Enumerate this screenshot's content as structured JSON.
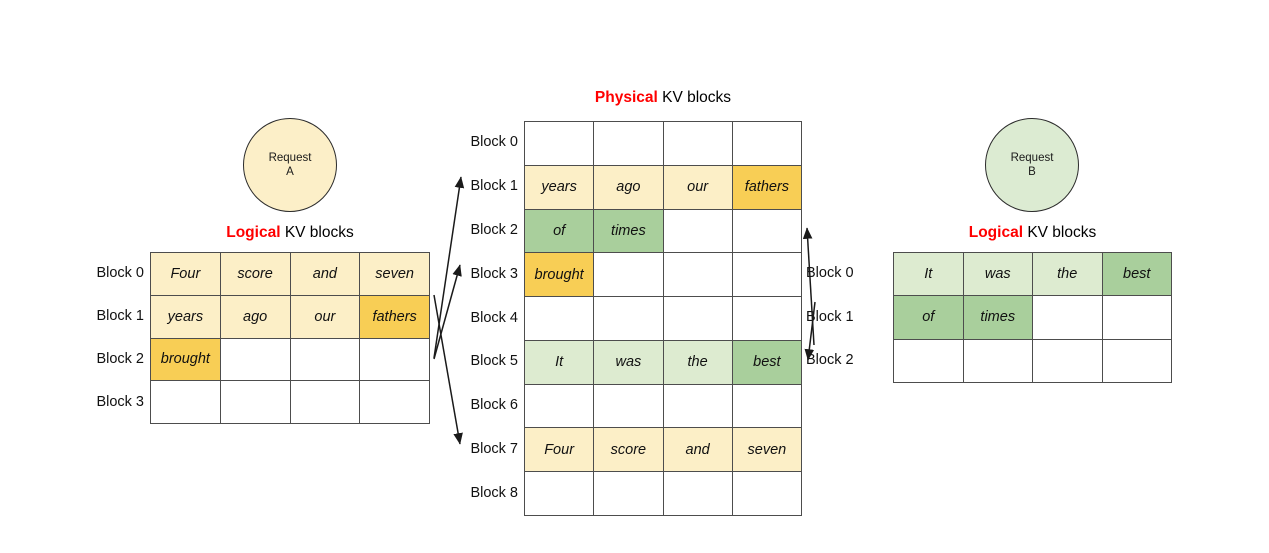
{
  "diagram": {
    "title_prefix_logical": "Logical",
    "title_prefix_physical": "Physical",
    "title_suffix": " KV blocks",
    "accent_color": "#FF0000"
  },
  "request_a": {
    "circle_line1": "Request",
    "circle_line2": "A",
    "circle_color": "#FCEFC8",
    "title_hot": "Logical",
    "title_rest": " KV blocks",
    "row_labels": [
      "Block 0",
      "Block 1",
      "Block 2",
      "Block 3"
    ],
    "rows": [
      [
        {
          "text": "Four",
          "fill": "ylight"
        },
        {
          "text": "score",
          "fill": "ylight"
        },
        {
          "text": "and",
          "fill": "ylight"
        },
        {
          "text": "seven",
          "fill": "ylight"
        }
      ],
      [
        {
          "text": "years",
          "fill": "ylight"
        },
        {
          "text": "ago",
          "fill": "ylight"
        },
        {
          "text": "our",
          "fill": "ylight"
        },
        {
          "text": "fathers",
          "fill": "ydark"
        }
      ],
      [
        {
          "text": "brought",
          "fill": "ydark"
        },
        {
          "text": "",
          "fill": "empty"
        },
        {
          "text": "",
          "fill": "empty"
        },
        {
          "text": "",
          "fill": "empty"
        }
      ],
      [
        {
          "text": "",
          "fill": "empty"
        },
        {
          "text": "",
          "fill": "empty"
        },
        {
          "text": "",
          "fill": "empty"
        },
        {
          "text": "",
          "fill": "empty"
        }
      ]
    ]
  },
  "request_b": {
    "circle_line1": "Request",
    "circle_line2": "B",
    "circle_color": "#DCEBD2",
    "title_hot": "Logical",
    "title_rest": " KV blocks",
    "row_labels": [
      "Block 0",
      "Block 1",
      "Block 2"
    ],
    "rows": [
      [
        {
          "text": "It",
          "fill": "glight"
        },
        {
          "text": "was",
          "fill": "glight"
        },
        {
          "text": "the",
          "fill": "glight"
        },
        {
          "text": "best",
          "fill": "gdark"
        }
      ],
      [
        {
          "text": "of",
          "fill": "gdark"
        },
        {
          "text": "times",
          "fill": "gdark"
        },
        {
          "text": "",
          "fill": "empty"
        },
        {
          "text": "",
          "fill": "empty"
        }
      ],
      [
        {
          "text": "",
          "fill": "empty"
        },
        {
          "text": "",
          "fill": "empty"
        },
        {
          "text": "",
          "fill": "empty"
        },
        {
          "text": "",
          "fill": "empty"
        }
      ]
    ]
  },
  "physical": {
    "title_hot": "Physical",
    "title_rest": " KV blocks",
    "row_labels": [
      "Block 0",
      "Block 1",
      "Block 2",
      "Block 3",
      "Block 4",
      "Block 5",
      "Block 6",
      "Block 7",
      "Block 8"
    ],
    "rows": [
      [
        {
          "text": "",
          "fill": "empty"
        },
        {
          "text": "",
          "fill": "empty"
        },
        {
          "text": "",
          "fill": "empty"
        },
        {
          "text": "",
          "fill": "empty"
        }
      ],
      [
        {
          "text": "years",
          "fill": "ylight"
        },
        {
          "text": "ago",
          "fill": "ylight"
        },
        {
          "text": "our",
          "fill": "ylight"
        },
        {
          "text": "fathers",
          "fill": "ydark"
        }
      ],
      [
        {
          "text": "of",
          "fill": "gdark"
        },
        {
          "text": "times",
          "fill": "gdark"
        },
        {
          "text": "",
          "fill": "empty"
        },
        {
          "text": "",
          "fill": "empty"
        }
      ],
      [
        {
          "text": "brought",
          "fill": "ydark"
        },
        {
          "text": "",
          "fill": "empty"
        },
        {
          "text": "",
          "fill": "empty"
        },
        {
          "text": "",
          "fill": "empty"
        }
      ],
      [
        {
          "text": "",
          "fill": "empty"
        },
        {
          "text": "",
          "fill": "empty"
        },
        {
          "text": "",
          "fill": "empty"
        },
        {
          "text": "",
          "fill": "empty"
        }
      ],
      [
        {
          "text": "It",
          "fill": "glight"
        },
        {
          "text": "was",
          "fill": "glight"
        },
        {
          "text": "the",
          "fill": "glight"
        },
        {
          "text": "best",
          "fill": "gdark"
        }
      ],
      [
        {
          "text": "",
          "fill": "empty"
        },
        {
          "text": "",
          "fill": "empty"
        },
        {
          "text": "",
          "fill": "empty"
        },
        {
          "text": "",
          "fill": "empty"
        }
      ],
      [
        {
          "text": "Four",
          "fill": "ylight"
        },
        {
          "text": "score",
          "fill": "ylight"
        },
        {
          "text": "and",
          "fill": "ylight"
        },
        {
          "text": "seven",
          "fill": "ylight"
        }
      ],
      [
        {
          "text": "",
          "fill": "empty"
        },
        {
          "text": "",
          "fill": "empty"
        },
        {
          "text": "",
          "fill": "empty"
        },
        {
          "text": "",
          "fill": "empty"
        }
      ]
    ]
  },
  "mappings": {
    "left": [
      {
        "from": "Block 1",
        "to": "Block 1"
      },
      {
        "from": "Block 2",
        "to": "Block 3"
      },
      {
        "from": "Block 0",
        "to": "Block 7"
      }
    ],
    "right": [
      {
        "from": "Block 0",
        "to": "Block 5"
      },
      {
        "from": "Block 1",
        "to": "Block 2"
      }
    ]
  }
}
